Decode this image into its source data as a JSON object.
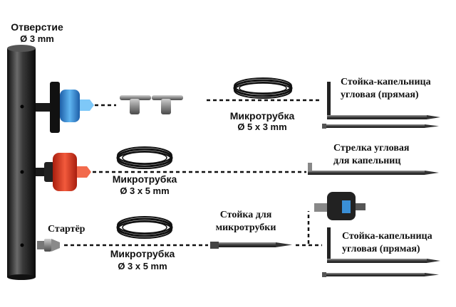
{
  "pipe": {
    "title": "Отверстие",
    "diameter": "Ø 3 mm"
  },
  "row1": {
    "tube_title": "Микротрубка",
    "tube_size": "Ø 5 х 3 mm",
    "end_label_1": "Стойка-капельница",
    "end_label_2": "угловая (прямая)"
  },
  "row2": {
    "tube_title": "Микротрубка",
    "tube_size": "Ø 3 х 5 mm",
    "end_label_1": "Стрелка угловая",
    "end_label_2": "для капельниц"
  },
  "row3": {
    "starter": "Стартёр",
    "tube_title": "Микротрубка",
    "tube_size": "Ø 3 х 5 mm",
    "stake_label_1": "Стойка для",
    "stake_label_2": "микротрубки",
    "end_label_1": "Стойка-капельница",
    "end_label_2": "угловая (прямая)"
  },
  "colors": {
    "dripper_blue": "#3a8fd6",
    "dripper_red": "#e0321e",
    "pipe": "#2a2a2a"
  }
}
